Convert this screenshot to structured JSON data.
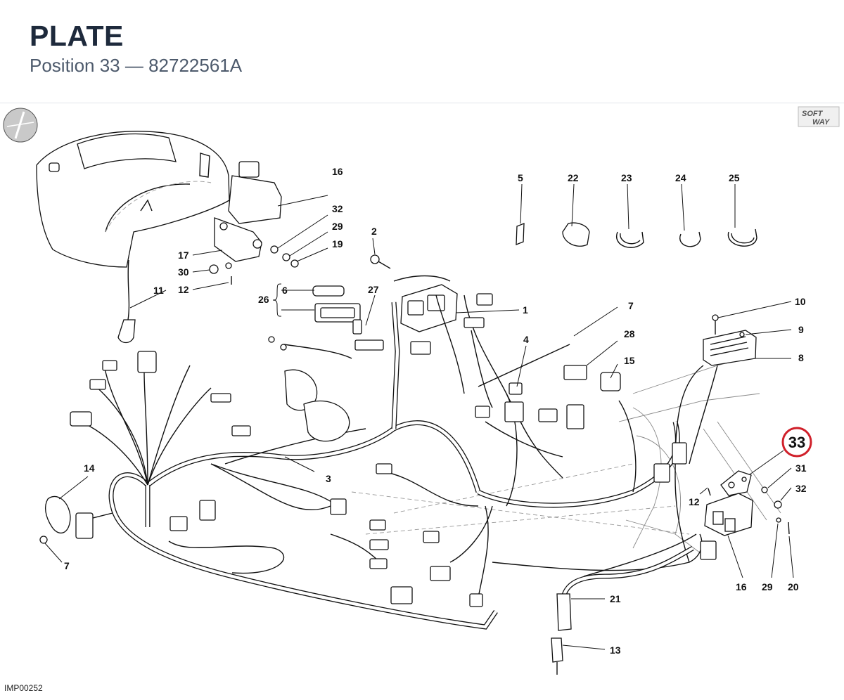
{
  "header": {
    "title": "PLATE",
    "subtitle": "Position 33 — 82722561A"
  },
  "diagram": {
    "highlight": {
      "label": "33",
      "color": "#d0202a"
    },
    "labels": {
      "l1": "1",
      "l2": "2",
      "l3": "3",
      "l4": "4",
      "l5": "5",
      "l6": "6",
      "l7a": "7",
      "l7b": "7",
      "l8": "8",
      "l9": "9",
      "l10": "10",
      "l11": "11",
      "l12a": "12",
      "l12b": "12",
      "l13": "13",
      "l14": "14",
      "l15": "15",
      "l16a": "16",
      "l16b": "16",
      "l17": "17",
      "l19": "19",
      "l20": "20",
      "l21": "21",
      "l22": "22",
      "l23": "23",
      "l24": "24",
      "l25": "25",
      "l26": "26",
      "l27": "27",
      "l28": "28",
      "l29a": "29",
      "l29b": "29",
      "l30": "30",
      "l31": "31",
      "l32a": "32",
      "l32b": "32"
    },
    "logo_text": "SOFT WAY",
    "icon_left": "disc-logo-icon"
  },
  "footer": {
    "ref": "IMP00252"
  }
}
